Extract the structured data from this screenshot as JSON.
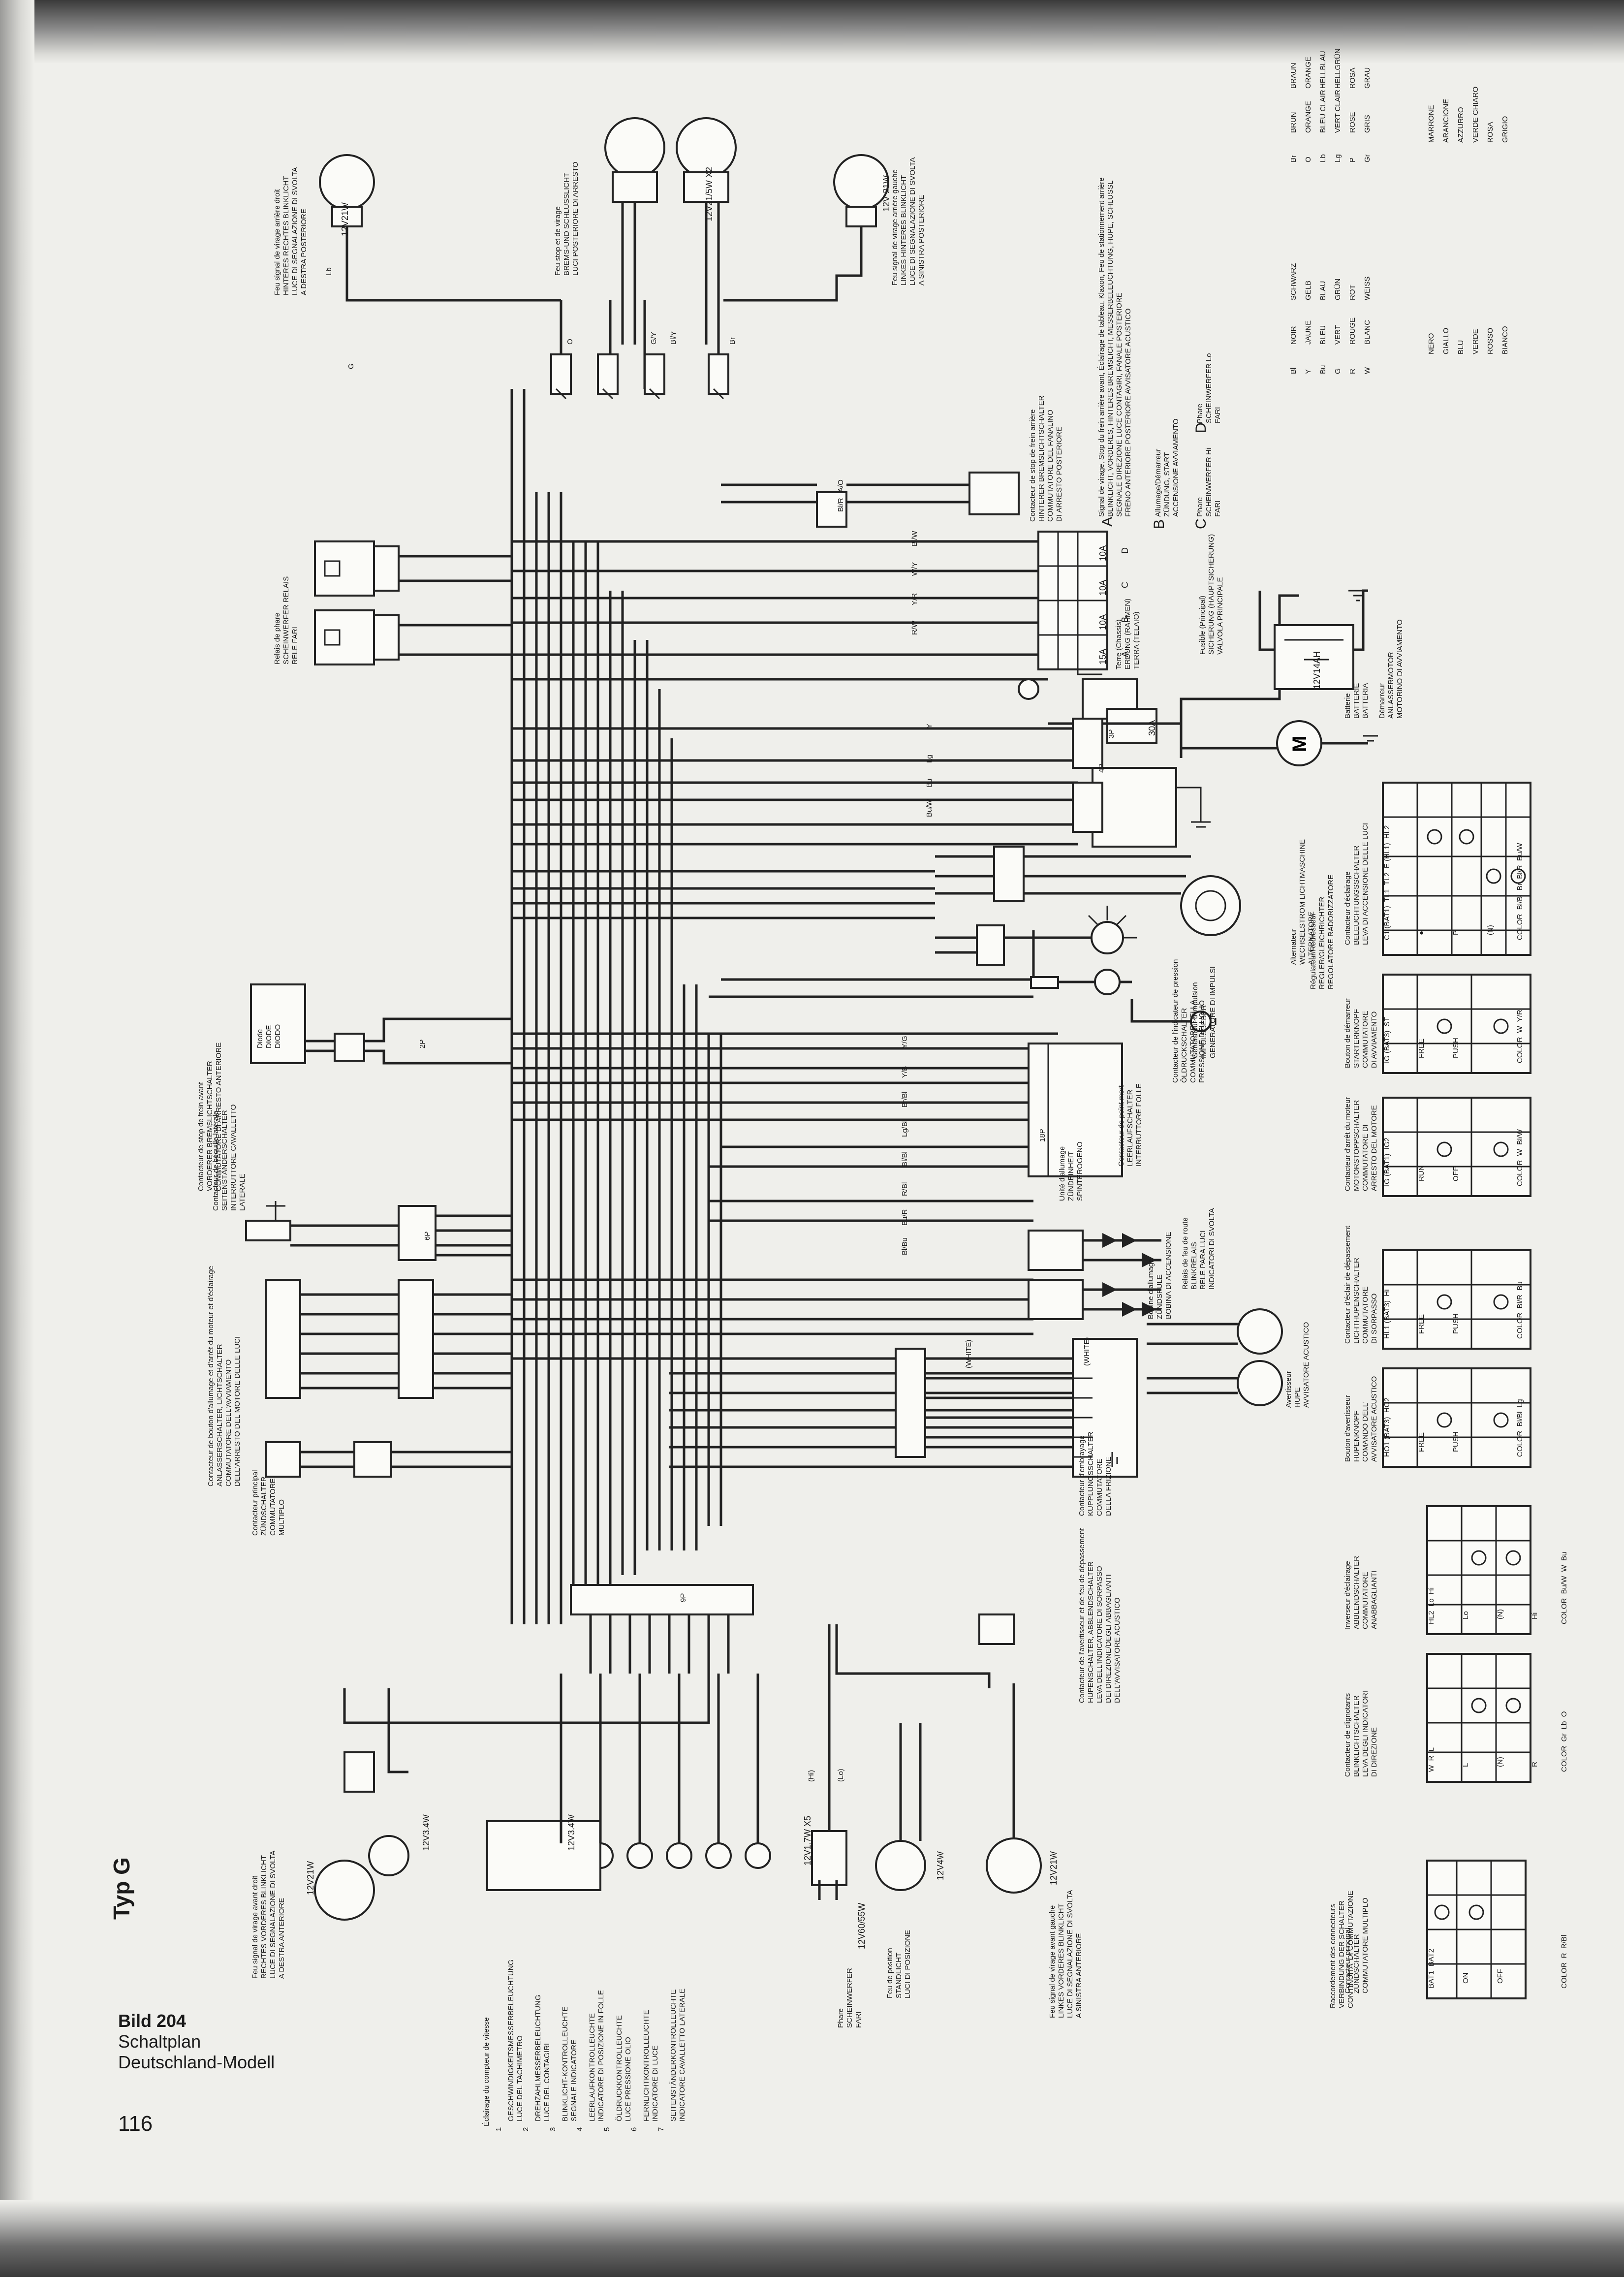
{
  "caption": {
    "figure": "Bild 204",
    "line1": "Schaltplan",
    "line2": "Deutschland-Modell"
  },
  "page_number": "116",
  "type_label": "Typ G",
  "ratings": {
    "tail_right": "12V21W",
    "stop_lamps": "12V21/5W X2",
    "tail_left": "12V 21W",
    "battery": "12V14AH",
    "front_turn_right": "12V21W",
    "front_turn_left": "12V21W",
    "headlight": "12V60/55W",
    "position_light": "12V4W",
    "indicator_1": "12V3.4W",
    "indicator_2": "12V3.4W",
    "indicator_bank": "12V1.7W X5"
  },
  "component_labels": {
    "rear_right_turn": "Feu signal de virage arrière droit\nHINTERES RECHTES BLINKLICHT\nLUCE DI SEGNALAZIONE DI SVOLTA\nA DESTRA POSTERIORE",
    "stop_tail": "Feu stop et de virage\nBREMS-UND SCHLUSSLICHT\nLUCI POSTERIORE DI ARRESTO",
    "rear_left_turn": "Feu signal de virage arrière gauche\nLINKES HINTERES BLINKLICHT\nLUCE DI SEGNALAZIONE DI SVOLTA\nA SINISTRA POSTERIORE",
    "rear_brake_switch": "Contacteur de stop de frein arrière\nHINTERER BREMSLICHTSCHALTER\nCOMMUTATORE DEL FANALINO\nDI ARRESTO POSTERIORE",
    "headlight_relay": "Relais de phare\nSCHEINWERFER RELAIS\nRELE FARI",
    "frame_ground": "Terre (Chassis)\nERDUNG (RAHMEN)\nTERRA (TELAIO)",
    "main_fuse": "Fusible (Principal)\nSICHERUNG (HAUPTSICHERUNG)\nVALVOLA PRINCIPALE",
    "battery": "Batterie\nBATTERIE\nBATTERIA",
    "starter_motor": "Démarreur\nANLASSERMOTOR\nMOTORINO DI AVVIAMENTO",
    "regulator": "Régulateur/Redresseur\nREGLER/GLEICHRICHTER\nREGOLATORE RADDRIZZATORE",
    "alternator": "Alternateur\nWECHSELSTROM LICHTMASCHINE\nALTERNATORE",
    "pulse_generator": "Générateur d'impulsion\nIMPULSGEBER\nGENERATORE DI IMPULSI",
    "oil_pressure": "Contacteur de l'indicateur de pression\nÖLDRUCKSCHALTER\nCOMMUTATORE DELLA\nPRESSIONE DELL'OLIO",
    "neutral_switch": "Contacteur de point mort\nLEERLAUFSCHALTER\nINTERRUTTORE FOLLE",
    "spark_unit": "Unité d'allumage\nZÜNDEINHEIT\nSPINTEROGENO",
    "ignition_coil": "Bobine d'allumage\nZÜNDSPULE\nBOBINA DI ACCENSIONE",
    "passing_relay": "Relais de feu de route\nBLINKRELAIS\nRELE PARA LUCI\nINDICATORI DI SVOLTA",
    "horn": "Avertisseur\nHUPE\nAVVISATORE ACUSTICO",
    "clutch_switch": "Contacteur d'embrayage\nKUPPLUNGSSCHALTER\nCOMMUTATORE\nDELLA FRIZIONE",
    "handlebar_left": "Contacteur de l'avertisseur et de feu de dépassement\nHUPENSCHALTER, ABBLENDSCHALTER\nLEVA DELL'INDICATORE DI SORPASSO\nDEI DIREZIONE/DEGLI ABBAGLIANTI\nDELL'AVVISATORE ACUSTICO",
    "diode": "Diode\nDIODE\nDIODO",
    "front_brake_switch": "Contacteur de stop de frein avant\nVORDERER BREMSLICHTSCHALTER\nCOMMUTATORE DI ARRESTO ANTERIORE",
    "sidestand_switch": "Contacteur de béquille latérale\nSEITENSTÄNDERSCHALTER\nINTERRUTTORE CAVALLETTO\nLATERALE",
    "engine_stop_switch": "Contacteur de bouton d'allumage et d'arrêt du moteur et d'éclairage\nANLASSERSCHALTER, LICHTSCHALTER\nCOMMUTATORE DELL'AVVIAMENTO\nDELL'ARRESTO DEL MOTORE DELLE LUCI",
    "ignition_switch": "Contacteur principal\nZÜNDSCHALTER\nCOMMUTATORE\nMULTIPLO",
    "front_right_turn": "Feu signal de virage avant droit\nRECHTES VORDERES BLINKLICHT\nLUCE DI SEGNALAZIONE DI SVOLTA\nA DESTRA ANTERIORE",
    "headlight": "Phare\nSCHEINWERFER\nFARI",
    "position_light": "Feu de position\nSTANDLICHT\nLUCI DI POSIZIONE",
    "front_left_turn": "Feu signal de virage avant gauche\nLINKES VORDERES BLINKLICHT\nLUCE DI SEGNALAZIONE DI SVOLTA\nA SINISTRA ANTERIORE",
    "continuity": "Raccordement des connecteurs\nVERBINDUNG DER SCHALTER\nCONTINUITA' DI COMMUTAZIONE"
  },
  "fuse_box": {
    "ratings": [
      "15A",
      "10A",
      "10A",
      "10A"
    ],
    "letters": [
      "A",
      "B",
      "C",
      "D"
    ],
    "main": "30A"
  },
  "fuse_legend": [
    {
      "letter": "A",
      "text": "Signal de virage, Stop du frein arrière avant, Éclairage de tableau, Klaxon, Feu de stationnement arrière\nBLINKLICHT, VORDERES, HINTERES BREMSLICHT, MESSERBELEUCHTUNG, HUPE, SCHLUSSL\nSEGNALE DIREZIONE LUCE CONTAGIRI, FANALE POSTERIORE\nFRENO ANTERIORE POSTERIORE AVVISATORE ACUSTICO"
    },
    {
      "letter": "B",
      "text": "Allumage/Démarreur\nZÜNDUNG, START\nACCENSIONE AVVIAMENTO"
    },
    {
      "letter": "C",
      "text": "Phare\nSCHEINWERFER Hi\nFARI"
    },
    {
      "letter": "D",
      "text": "Phare\nSCHEINWERFER Lo\nFARI"
    }
  ],
  "color_legend": [
    [
      "Bl",
      "NOIR",
      "SCHWARZ",
      "NERO"
    ],
    [
      "Y",
      "JAUNE",
      "GELB",
      "GIALLO"
    ],
    [
      "Bu",
      "BLEU",
      "BLAU",
      "BLU"
    ],
    [
      "G",
      "VERT",
      "GRÜN",
      "VERDE"
    ],
    [
      "R",
      "ROUGE",
      "ROT",
      "ROSSO"
    ],
    [
      "W",
      "BLANC",
      "WEISS",
      "BIANCO"
    ],
    [
      "Br",
      "BRUN",
      "BRAUN",
      "MARRONE"
    ],
    [
      "O",
      "ORANGE",
      "ORANGE",
      "ARANCIONE"
    ],
    [
      "Lb",
      "BLEU CLAIR",
      "HELLBLAU",
      "AZZURRO"
    ],
    [
      "Lg",
      "VERT CLAIR",
      "HELLGRÜN",
      "VERDE CHIARO"
    ],
    [
      "P",
      "ROSE",
      "ROSA",
      "ROSA"
    ],
    [
      "Gr",
      "GRIS",
      "GRAU",
      "GRIGIO"
    ]
  ],
  "switch_tables": [
    {
      "title": "Contacteur d'éclairage\nBELEUCHTUNGSSCHALTER\nLEVA DI ACCENSIONE DELLE LUCI",
      "cols": "C1 (BAT1)  TL1  TL2  E (HL1)  HL2",
      "rows": [
        "●",
        "P",
        "(N)"
      ],
      "color": "COLOR  Bl/Bl  Br  Bl/R  Bu/W"
    },
    {
      "title": "Bouton de démarreur\nSTARTERKNOPF\nCOMMUTATORE\nDI AVVIAMENTO",
      "cols": "IG (BAT3)  ST",
      "rows": [
        "FREE",
        "PUSH"
      ],
      "color": "COLOR  W  Y/R"
    },
    {
      "title": "Contacteur d'arrêt du moteur\nMOTORSTOPPSCHALTER\nCOMMUTATORE DI\nARRESTO DEL MOTORE",
      "cols": "IG (BAT1)  IG2",
      "rows": [
        "RUN",
        "OFF"
      ],
      "color": "COLOR  W  Bl/W"
    },
    {
      "title": "Contacteur d'éclair de dépassement\nLICHTHUPENSCHALTER\nCOMMUTATORE\nDI SORPASSO",
      "cols": "HL1 (BAT3)  Hi",
      "rows": [
        "FREE",
        "PUSH"
      ],
      "color": "COLOR  Bl/R  Bu"
    },
    {
      "title": "Bouton d'avertisseur\nHUPENKNOPF\nCOMANDO DELL'\nAVVISATORE ACUSTICO",
      "cols": "HO1 (BAT3)  HO2",
      "rows": [
        "FREE",
        "PUSH"
      ],
      "color": "COLOR  Bl/Bl  Lg"
    },
    {
      "title": "Inverseur d'éclairage\nABBLENDSCHALTER\nCOMMUTATORE\nANABBAGLIANTI",
      "cols": "HL2  Lo  Hi",
      "rows": [
        "Lo",
        "(N)",
        "Hi"
      ],
      "color": "COLOR  Bu/W  W  Bu"
    },
    {
      "title": "Contacteur de clignotants\nBLINKLICHTSCHALTER\nLEVA DEGLI INDICATORI\nDI DIREZIONE",
      "cols": "W  R  L",
      "rows": [
        "L",
        "(N)",
        "R"
      ],
      "color": "COLOR  Gr  Lb  O"
    },
    {
      "title": "Contacteur principal\nZÜNDSCHALTER\nCOMMUTATORE MULTIPLO",
      "cols": "BAT1  BAT2",
      "rows": [
        "ON",
        "OFF"
      ],
      "color": "COLOR  R  R/Bl"
    }
  ],
  "gauge_legend": {
    "title": "Éclairage du compteur de vitesse",
    "items": [
      {
        "num": "1",
        "text": "GESCHWINDIGKEITSMESSERBELEUCHTUNG\nLUCE DEL TACHIMETRO"
      },
      {
        "num": "2",
        "text": "DREHZAHLMESSERBELEUCHTUNG\nLUCE DEL CONTAGIRI"
      },
      {
        "num": "3",
        "text": "BLINKLICHT-KONTROLLEUCHTE\nSEGNALE INDICATORE"
      },
      {
        "num": "4",
        "text": "LEERLAUFKONTROLLEUCHTE\nINDICATORE DI POSIZIONE IN FOLLE"
      },
      {
        "num": "5",
        "text": "ÖLDRUCKKONTROLLEUCHTE\nLUCE PRESSIONE OLIO"
      },
      {
        "num": "6",
        "text": "FERNLICHTKONTROLLEUCHTE\nINDICATORE DI LUCE"
      },
      {
        "num": "7",
        "text": "SEITENSTÄNDERKONTROLLEUCHTE\nINDICATORE CAVALLETTO LATERALE"
      }
    ]
  },
  "wire_codes": [
    "Lb",
    "G",
    "O",
    "G/Y",
    "Bl/Y",
    "Br",
    "A/O",
    "Bl/R",
    "Bl/W",
    "W/Y",
    "Y/R",
    "R/W",
    "Y",
    "Lg",
    "Bu",
    "Bu/W",
    "Y/G",
    "Y/B",
    "Br/Bl",
    "Lg/Bl",
    "Bl/Bl",
    "R/Bl",
    "Bu/R",
    "Bl/Bu",
    "(Hi)",
    "(Lo)",
    "3P",
    "4P",
    "2P",
    "6P",
    "9P",
    "18P",
    "(WHITE)",
    "(WHITE)"
  ]
}
